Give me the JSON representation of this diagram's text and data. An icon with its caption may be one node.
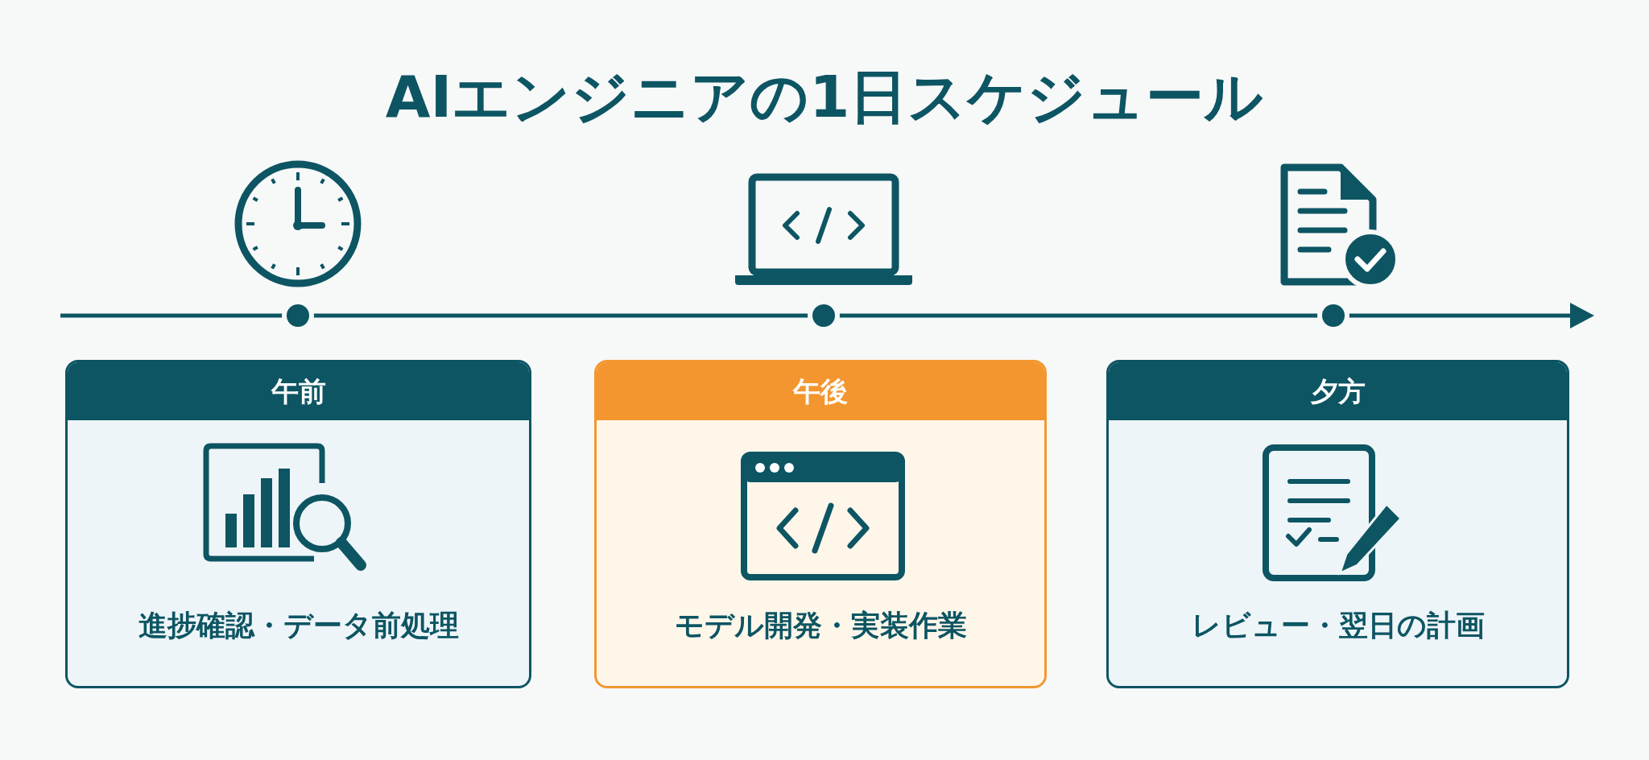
{
  "diagram": {
    "title": "AIエンジニアの1日スケジュール",
    "nodes": [
      {
        "text": [
          "午前",
          "進捗確認・データ前処理"
        ]
      },
      {
        "text": [
          "午後",
          "モデル開発・実装作業"
        ]
      },
      {
        "text": [
          "夕方",
          "レビュー・翌日の計画"
        ]
      }
    ]
  }
}
